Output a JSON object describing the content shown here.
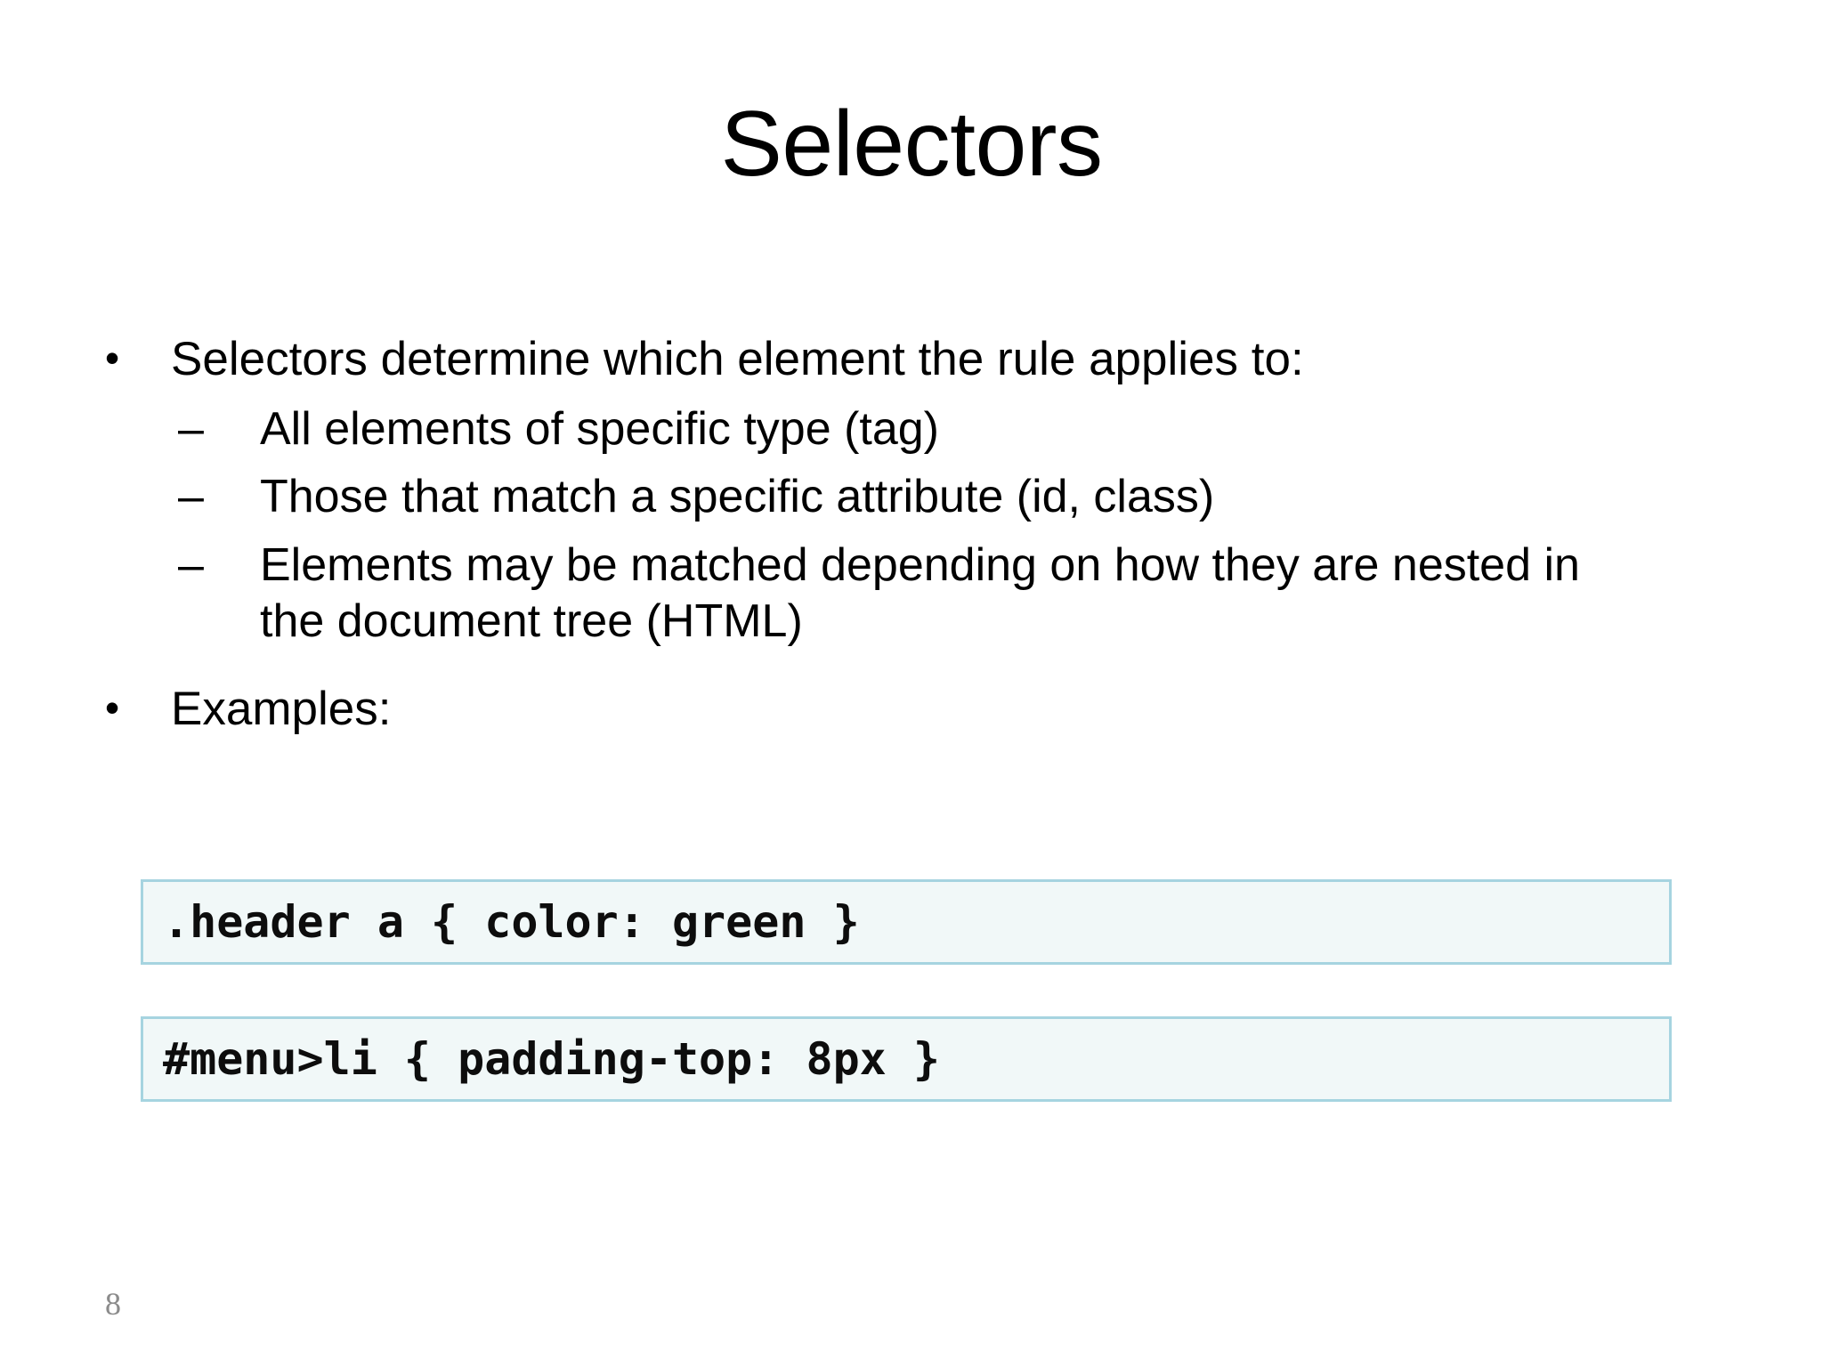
{
  "slide": {
    "title": "Selectors",
    "page_number": "8",
    "bullets": [
      {
        "level": 1,
        "marker": "•",
        "text": "Selectors determine which element the rule applies to:"
      },
      {
        "level": 2,
        "marker": "–",
        "text": "All elements of specific type (tag)"
      },
      {
        "level": 2,
        "marker": "–",
        "text": "Those that match a specific attribute (id, class)"
      },
      {
        "level": 2,
        "marker": "–",
        "text": "Elements may be matched depending on how they are nested in the document tree (HTML)"
      },
      {
        "level": 1,
        "marker": "•",
        "text": "Examples:"
      }
    ],
    "code_examples": [
      {
        "code": ".header a { color: green }"
      },
      {
        "code": "#menu>li { padding-top: 8px }"
      }
    ],
    "colors": {
      "background": "#ffffff",
      "text": "#000000",
      "code_box_fill": "#f1f8f8",
      "code_box_border": "#a6d4e0",
      "page_number": "#8b8b8b"
    }
  }
}
